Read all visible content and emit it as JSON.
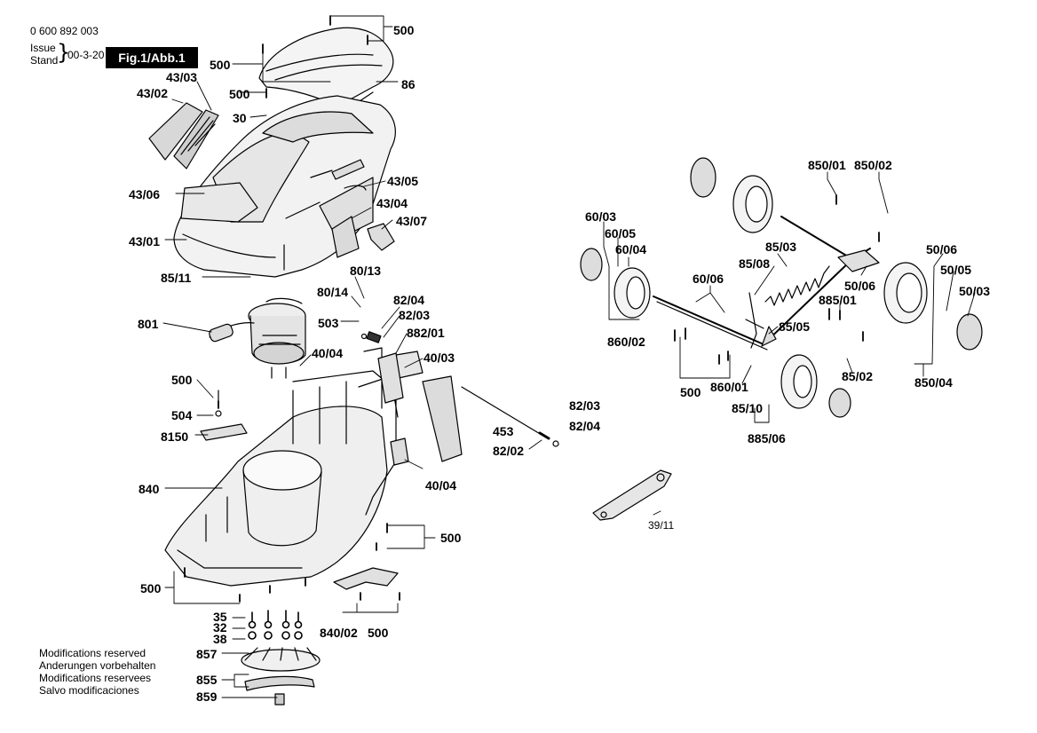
{
  "header": {
    "part_number": "0 600 892 003",
    "issue_label": "Issue",
    "stand_label": "Stand",
    "issue_date": "00-3-20",
    "figure_label": "Fig.1/Abb.1"
  },
  "labels": {
    "l500_top_right": "500",
    "l500_top_left": "500",
    "l86": "86",
    "l43_03": "43/03",
    "l43_02": "43/02",
    "l500_small": "500",
    "l30": "30",
    "l43_05": "43/05",
    "l43_06": "43/06",
    "l43_04": "43/04",
    "l43_07": "43/07",
    "l43_01": "43/01",
    "l85_11": "85/11",
    "l80_13": "80/13",
    "l80_14": "80/14",
    "l82_04_a": "82/04",
    "l82_03_a": "82/03",
    "l801": "801",
    "l503": "503",
    "l882_01": "882/01",
    "l40_04_a": "40/04",
    "l40_03": "40/03",
    "l500_mid": "500",
    "l504": "504",
    "l8150": "8150",
    "l82_03_b": "82/03",
    "l82_04_b": "82/04",
    "l453": "453",
    "l82_02": "82/02",
    "l40_04_b": "40/04",
    "l840": "840",
    "l500_right_deck": "500",
    "l500_left_deck": "500",
    "l35": "35",
    "l32": "32",
    "l38": "38",
    "l857": "857",
    "l855": "855",
    "l859": "859",
    "l840_02": "840/02",
    "l500_bottom": "500",
    "l850_01": "850/01",
    "l850_02": "850/02",
    "l60_03": "60/03",
    "l60_05": "60/05",
    "l60_04": "60/04",
    "l85_03": "85/03",
    "l85_08": "85/08",
    "l50_06_a": "50/06",
    "l50_05": "50/05",
    "l50_06_b": "50/06",
    "l50_03": "50/03",
    "l885_01": "885/01",
    "l60_06": "60/06",
    "l85_05": "85/05",
    "l860_02": "860/02",
    "l500_wheel": "500",
    "l860_01": "860/01",
    "l85_02": "85/02",
    "l850_04": "850/04",
    "l85_10": "85/10",
    "l885_06": "885/06",
    "l39_11": "39/11"
  },
  "notes": [
    "Modifications reserved",
    "Anderungen vorbehalten",
    "Modifications reservees",
    "Salvo modificaciones"
  ]
}
